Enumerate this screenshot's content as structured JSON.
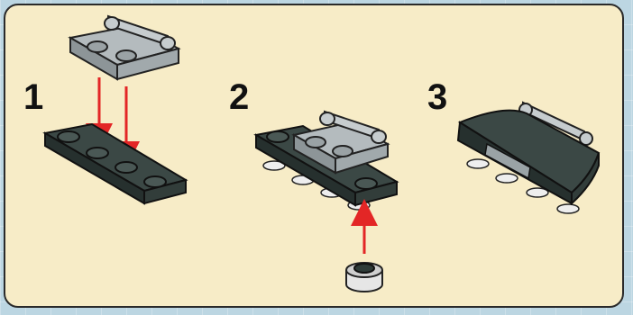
{
  "steps": [
    {
      "number": "1"
    },
    {
      "number": "2"
    },
    {
      "number": "3"
    }
  ],
  "colors": {
    "panel_background": "#f7ecc7",
    "panel_border": "#2a2a2a",
    "brick_dark": "#2e3b38",
    "brick_light": "#9aa3a6",
    "arrow_red": "#e32626"
  },
  "icons": [
    "light-gray-plate-with-bar",
    "dark-gray-1x4-plate",
    "round-tile-stud",
    "slope-wedge-piece"
  ]
}
